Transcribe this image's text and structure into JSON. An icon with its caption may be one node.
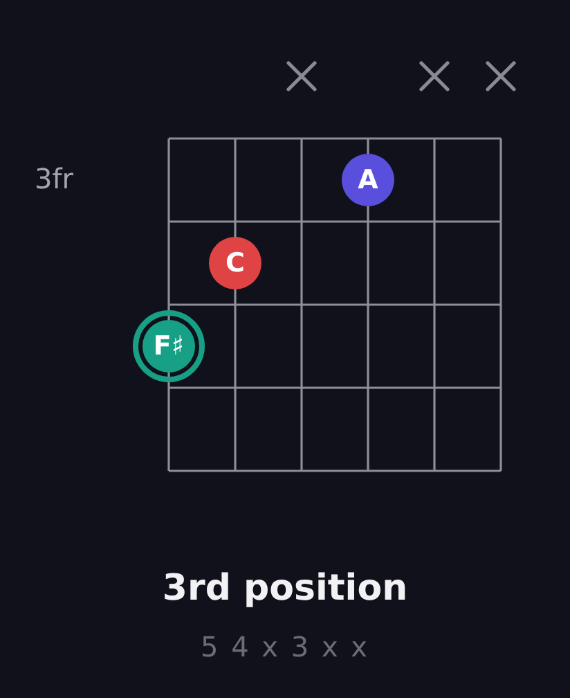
{
  "diagram": {
    "title": "3rd position",
    "caption": "5 4 x 3 x x",
    "nodes": [
      {
        "text": [
          "A"
        ]
      },
      {
        "text": [
          "C"
        ]
      },
      {
        "text": [
          "F♯"
        ]
      }
    ],
    "labels": [
      "3fr"
    ]
  }
}
